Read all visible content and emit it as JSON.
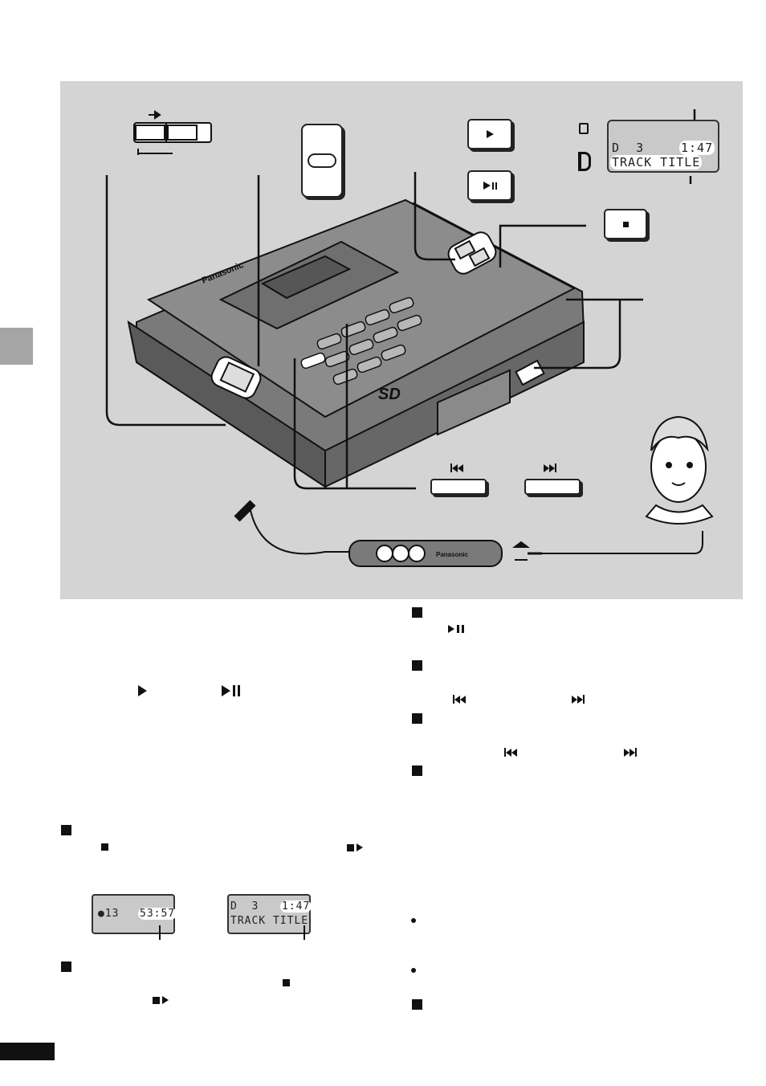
{
  "figure": {
    "brand_label": "Panasonic",
    "remote_brand_label": "Panasonic",
    "sd_logo": "SD",
    "main_display": {
      "line1_left": "D  3",
      "line1_time": "1:47",
      "line2": "TRACK TITLE"
    },
    "small_display_left": {
      "left": "●13",
      "time": "53:57"
    },
    "small_display_right": {
      "line1_left": "D  3",
      "line1_time": "1:47",
      "line2": "TRACK TITLE"
    }
  },
  "colors": {
    "panel": "#d4d4d4",
    "ink": "#111111",
    "lcd": "#c9c9c9"
  }
}
